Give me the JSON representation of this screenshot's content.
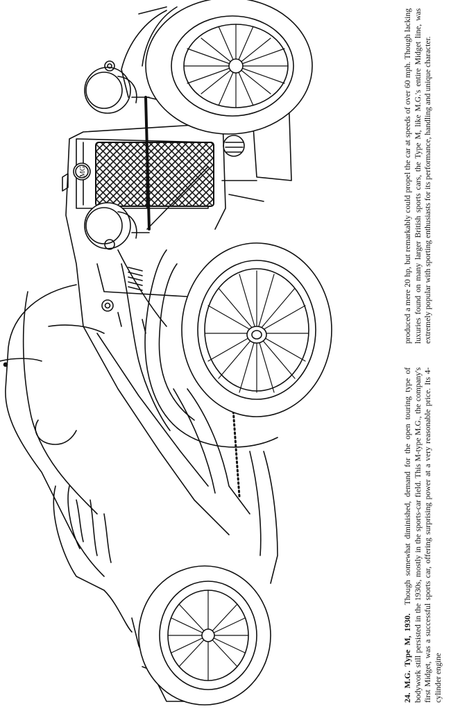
{
  "caption": {
    "heading": "24. M.G. Type M, 1930.",
    "column1": "Though somewhat diminished, demand for the open touring type of bodywork still persisted in the 1930s, mostly in the sports-car field. This M-type M.G., the company's first Midget, was a successful sports car, offering surprising power at a very reasonable price. Its 4-cylinder engine",
    "column2": "produced a mere 20 hp, but remarkably could propel the car at speeds of over 60 mph. Though lacking luxuries found on many larger British sports cars, the Type M, like M.G.'s entire Midget line, was extremely popular with sporting enthusiasts for its performance, handling and unique character."
  },
  "badge": {
    "text": "MG"
  },
  "colors": {
    "ink": "#111111",
    "paper": "#ffffff"
  }
}
